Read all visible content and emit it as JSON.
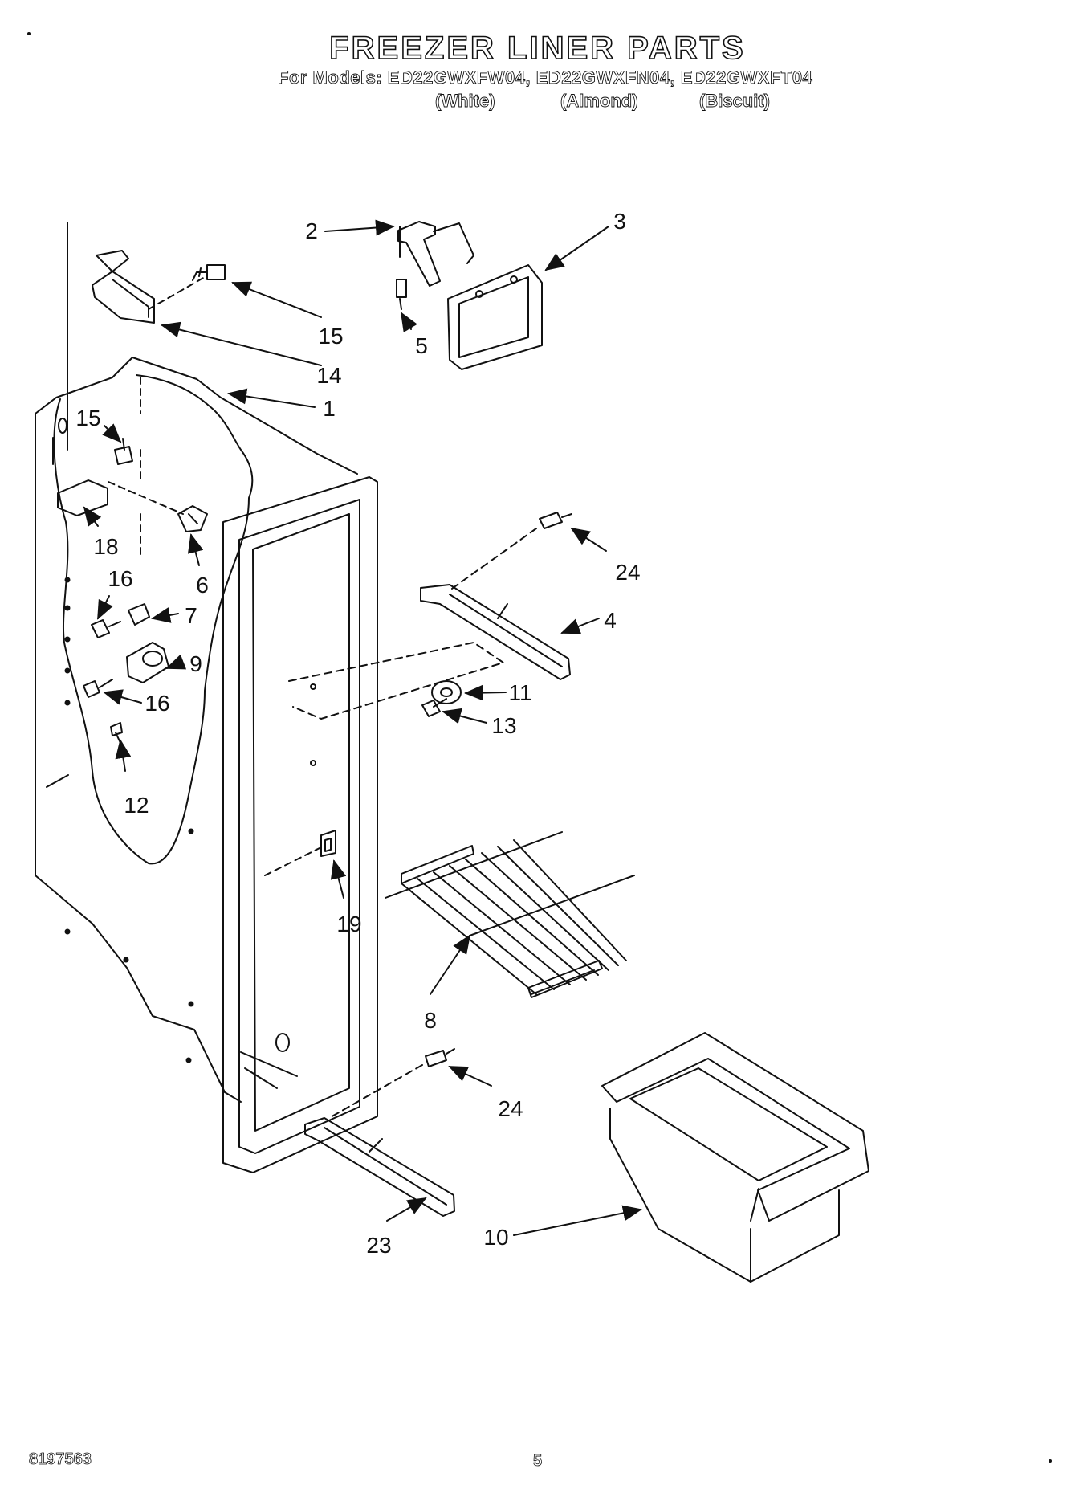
{
  "header": {
    "title": "FREEZER LINER PARTS",
    "models_line": "For Models: ED22GWXFW04, ED22GWXFN04, ED22GWXFT04",
    "colors": [
      "(White)",
      "(Almond)",
      "(Biscuit)"
    ]
  },
  "callouts": [
    "2",
    "3",
    "15",
    "5",
    "14",
    "1",
    "15",
    "18",
    "6",
    "16",
    "7",
    "9",
    "16",
    "12",
    "24",
    "4",
    "11",
    "13",
    "19",
    "8",
    "24",
    "10",
    "23"
  ],
  "footer": {
    "doc_number": "8197563",
    "page_number": "5"
  }
}
